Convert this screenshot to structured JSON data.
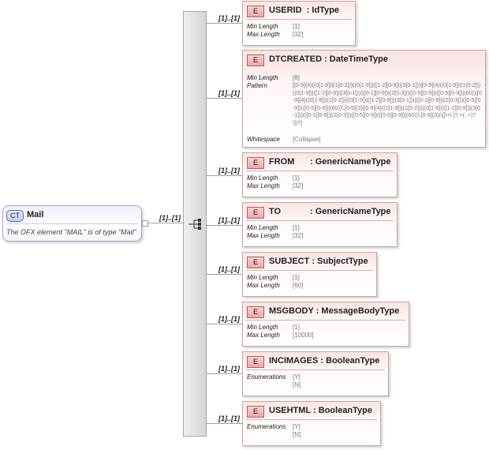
{
  "complex_type": {
    "badge": "CT",
    "name": "Mail",
    "doc": "The OFX element \"MAIL\" is of type \"Mail\""
  },
  "root_multiplicity": "[1]..[1]",
  "elements": [
    {
      "badge": "E",
      "name": "USERID",
      "type": "IdType",
      "multiplicity": "[1]..[1]",
      "facets": [
        {
          "name": "Min Length",
          "values": [
            "[1]"
          ]
        },
        {
          "name": "Max Length",
          "values": [
            "[32]"
          ]
        }
      ]
    },
    {
      "badge": "E",
      "name": "DTCREATED",
      "type": "DateTimeType",
      "multiplicity": "[1]..[1]",
      "facets": [
        {
          "name": "Min Length",
          "values": [
            "[8]"
          ]
        },
        {
          "name": "Pattern",
          "values": [
            "[[0-9]{4}((0[1-9])|(1[0-2]))((0[1-9])|([1-2][0-9])|(3[0-1]))|[0-9]{4}((0[1-9])|(1[0-2]))((0[1-9])|([1-2][0-9])|(3[0-1]))(([0-1][0-9])|(2[0-3]))([0-5][0-9])(([0-5][0-9])|(60))|[0-9]{4}((0[1-9])|(1[0-2]))((0[1-9])|([1-2][0-9])|(3[0-1]))(([0-1][0-9])|(2[0-3]))([0-5][0-9])(([0-5][0-9])|(60))\\.[0-9]{3}|[0-9]{4}((0[1-9])|(1[0-2]))((0[1-9])|([1-2][0-9])|(3[0-1]))(([0-1][0-9])|(2[0-3]))([0-5][0-9])(([0-5][0-9])|(60))\\.[0-9]{3}(\\[[\\+\\-]?.+(:.+)?\\])?]"
          ]
        },
        {
          "name": "Whitespace",
          "values": [
            "[Collapse]"
          ]
        }
      ]
    },
    {
      "badge": "E",
      "name": "FROM",
      "type": "GenericNameType",
      "multiplicity": "[1]..[1]",
      "facets": [
        {
          "name": "Min Length",
          "values": [
            "[1]"
          ]
        },
        {
          "name": "Max Length",
          "values": [
            "[32]"
          ]
        }
      ]
    },
    {
      "badge": "E",
      "name": "TO",
      "type": "GenericNameType",
      "multiplicity": "[1]..[1]",
      "facets": [
        {
          "name": "Min Length",
          "values": [
            "[1]"
          ]
        },
        {
          "name": "Max Length",
          "values": [
            "[32]"
          ]
        }
      ]
    },
    {
      "badge": "E",
      "name": "SUBJECT",
      "type": "SubjectType",
      "multiplicity": "[1]..[1]",
      "facets": [
        {
          "name": "Min Length",
          "values": [
            "[1]"
          ]
        },
        {
          "name": "Max Length",
          "values": [
            "[60]"
          ]
        }
      ]
    },
    {
      "badge": "E",
      "name": "MSGBODY",
      "type": "MessageBodyType",
      "multiplicity": "[1]..[1]",
      "facets": [
        {
          "name": "Min Length",
          "values": [
            "[1]"
          ]
        },
        {
          "name": "Max Length",
          "values": [
            "[10000]"
          ]
        }
      ]
    },
    {
      "badge": "E",
      "name": "INCIMAGES",
      "type": "BooleanType",
      "multiplicity": "[1]..[1]",
      "facets": [
        {
          "name": "Enumerations",
          "values": [
            "[Y]",
            "[N]"
          ]
        }
      ]
    },
    {
      "badge": "E",
      "name": "USEHTML",
      "type": "BooleanType",
      "multiplicity": "[1]..[1]",
      "facets": [
        {
          "name": "Enumerations",
          "values": [
            "[Y]",
            "[N]"
          ]
        }
      ]
    }
  ]
}
